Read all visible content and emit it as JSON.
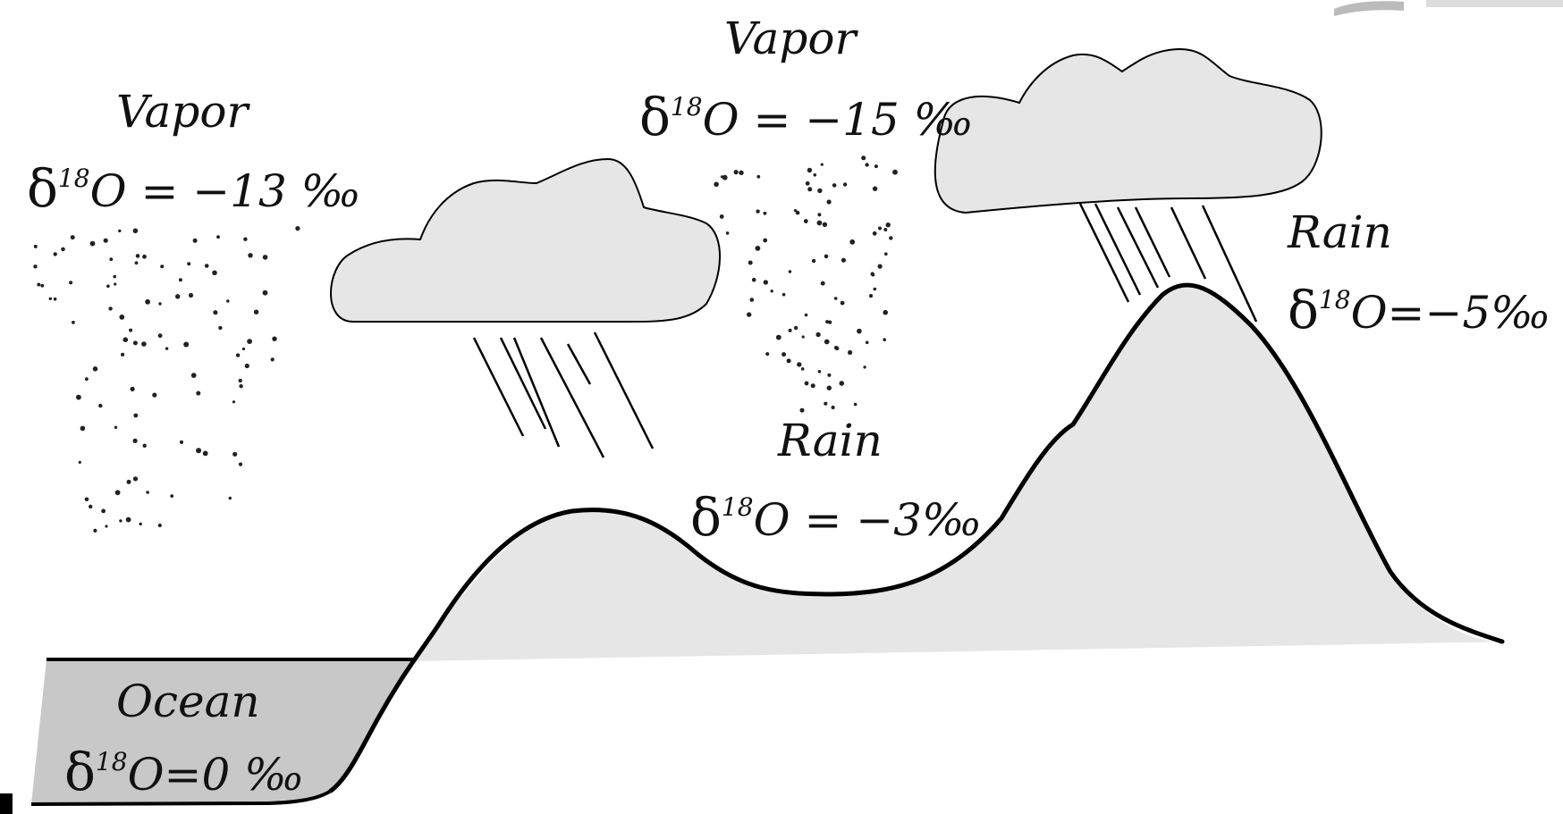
{
  "labels": {
    "vapor_left": {
      "title": "Vapor",
      "delta_symbol": "δ",
      "isotope_mass": "18",
      "value_text": "O = −13 ‰"
    },
    "vapor_middle": {
      "title": "Vapor",
      "delta_symbol": "δ",
      "isotope_mass": "18",
      "value_text": "O = −15 ‰"
    },
    "rain_middle": {
      "title": "Rain",
      "delta_symbol": "δ",
      "isotope_mass": "18",
      "value_text": "O = −3‰"
    },
    "rain_right": {
      "title": "Rain",
      "delta_symbol": "δ",
      "isotope_mass": "18",
      "value_text": "O=−5‰"
    },
    "ocean": {
      "title": "Ocean",
      "delta_symbol": "δ",
      "isotope_mass": "18",
      "value_text": "O=0 ‰"
    }
  },
  "colors": {
    "land_fill": "#e6e6e6",
    "ocean_fill": "#c8c8c8",
    "cloud_fill": "#e6e6e6",
    "outline": "#000000",
    "text": "#111111"
  }
}
